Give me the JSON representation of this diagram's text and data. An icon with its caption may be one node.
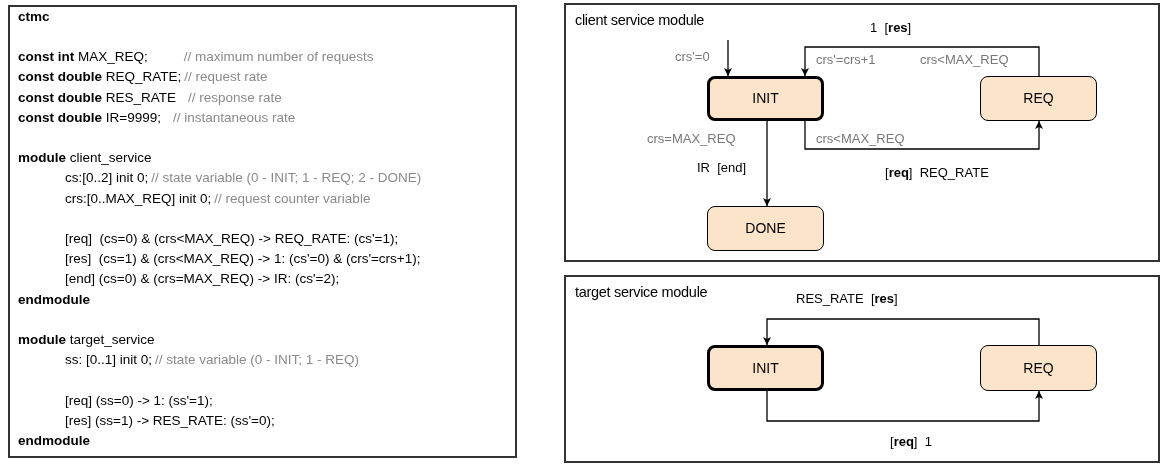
{
  "diagram": {
    "nodes": [
      {
        "text": [
          "ctmc",
          "**const int** MAX_REQ;",
          "// maximum number of requests",
          "**const double** REQ_RATE;",
          "// request rate",
          "**const double** RES_RATE",
          "// response rate",
          "**const double** IR=9999;",
          "// instantaneous rate",
          "**module** client_service",
          "cs:[0..2] init 0;",
          "// state variable (0 - INIT; 1 - REQ; 2 - DONE)",
          "crs:[0..MAX_REQ] init 0;",
          "// request counter variable",
          "[req]  (cs=0) & (crs<MAX_REQ) -> REQ_RATE: (cs'=1);",
          "[res]  (cs=1) & (crs<MAX_REQ) -> 1: (cs'=0) & (crs'=crs+1);",
          "[end] (cs=0) & (crs=MAX_REQ) -> IR: (cs'=2);",
          "endmodule",
          "**module** target_service",
          "ss: [0..1] init 0;",
          "// state variable (0 - INIT; 1 - REQ)",
          "[req] (ss=0) -> 1: (ss'=1);",
          "[res] (ss=1) -> RES_RATE: (ss'=0);",
          "endmodule"
        ]
      },
      {
        "text": [
          "client service module"
        ]
      },
      {
        "text": [
          "INIT"
        ],
        "in": 1
      },
      {
        "text": [
          "REQ"
        ],
        "in": 1
      },
      {
        "text": [
          "DONE"
        ],
        "in": 1
      },
      {
        "text": [
          "target service module"
        ]
      },
      {
        "text": [
          "INIT"
        ],
        "in": 5
      },
      {
        "text": [
          "REQ"
        ],
        "in": 5
      }
    ],
    "edges": [
      {
        "from": null,
        "to": 2,
        "arrow": "to",
        "label": "crs'=0"
      },
      {
        "from": 3,
        "to": 2,
        "arrow": "to",
        "label": "1  [**res**]"
      },
      {
        "from": 2,
        "to": 3,
        "arrow": "to",
        "label": "[**req**]  REQ_RATE"
      },
      {
        "from": 2,
        "to": 4,
        "arrow": "to",
        "label": "IR  [end]"
      },
      {
        "from": 7,
        "to": 6,
        "arrow": "to",
        "label": "RES_RATE  [**res**]"
      },
      {
        "from": 6,
        "to": 7,
        "arrow": "to",
        "label": "[**req**]  1"
      }
    ],
    "labels": [
      "crs'=crs+1",
      "crs<MAX_REQ",
      "crs<MAX_REQ",
      "crs=MAX_REQ"
    ]
  }
}
